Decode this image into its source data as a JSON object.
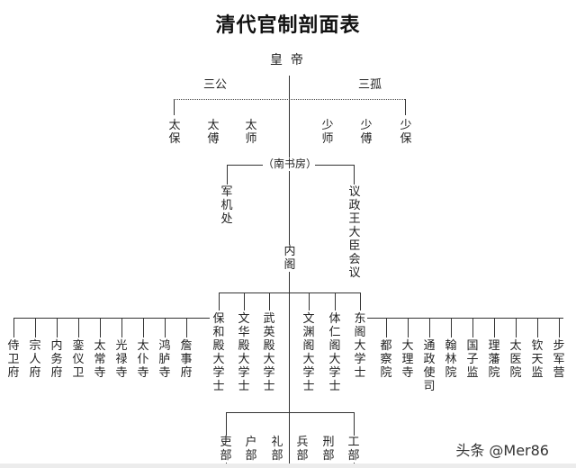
{
  "title": "清代官制剖面表",
  "emperor": "皇  帝",
  "groups": {
    "sangong": {
      "label": "三公",
      "members": [
        "太保",
        "太傅",
        "太师"
      ]
    },
    "sangu": {
      "label": "三孤",
      "members": [
        "少师",
        "少傅",
        "少保"
      ]
    }
  },
  "nanshufang": "（南书房）",
  "junjichu": "军机处",
  "yizheng": "议政王大臣会议",
  "neige": "内阁",
  "grand_secretaries": [
    "保和殿大学士",
    "文华殿大学士",
    "武英殿大学士",
    "文渊阁大学士",
    "体仁阁大学士",
    "东阁大学士"
  ],
  "left_offices": [
    "侍卫府",
    "宗人府",
    "内务府",
    "銮仪卫",
    "太常寺",
    "光禄寺",
    "太仆寺",
    "鸿胪寺",
    "詹事府"
  ],
  "right_offices": [
    "都察院",
    "大理寺",
    "通政使司",
    "翰林院",
    "国子监",
    "理藩院",
    "太医院",
    "钦天监",
    "步军营"
  ],
  "six_ministries": [
    "吏部",
    "户部",
    "礼部",
    "兵部",
    "刑部",
    "工部"
  ],
  "watermark": "头条 @Mer86"
}
